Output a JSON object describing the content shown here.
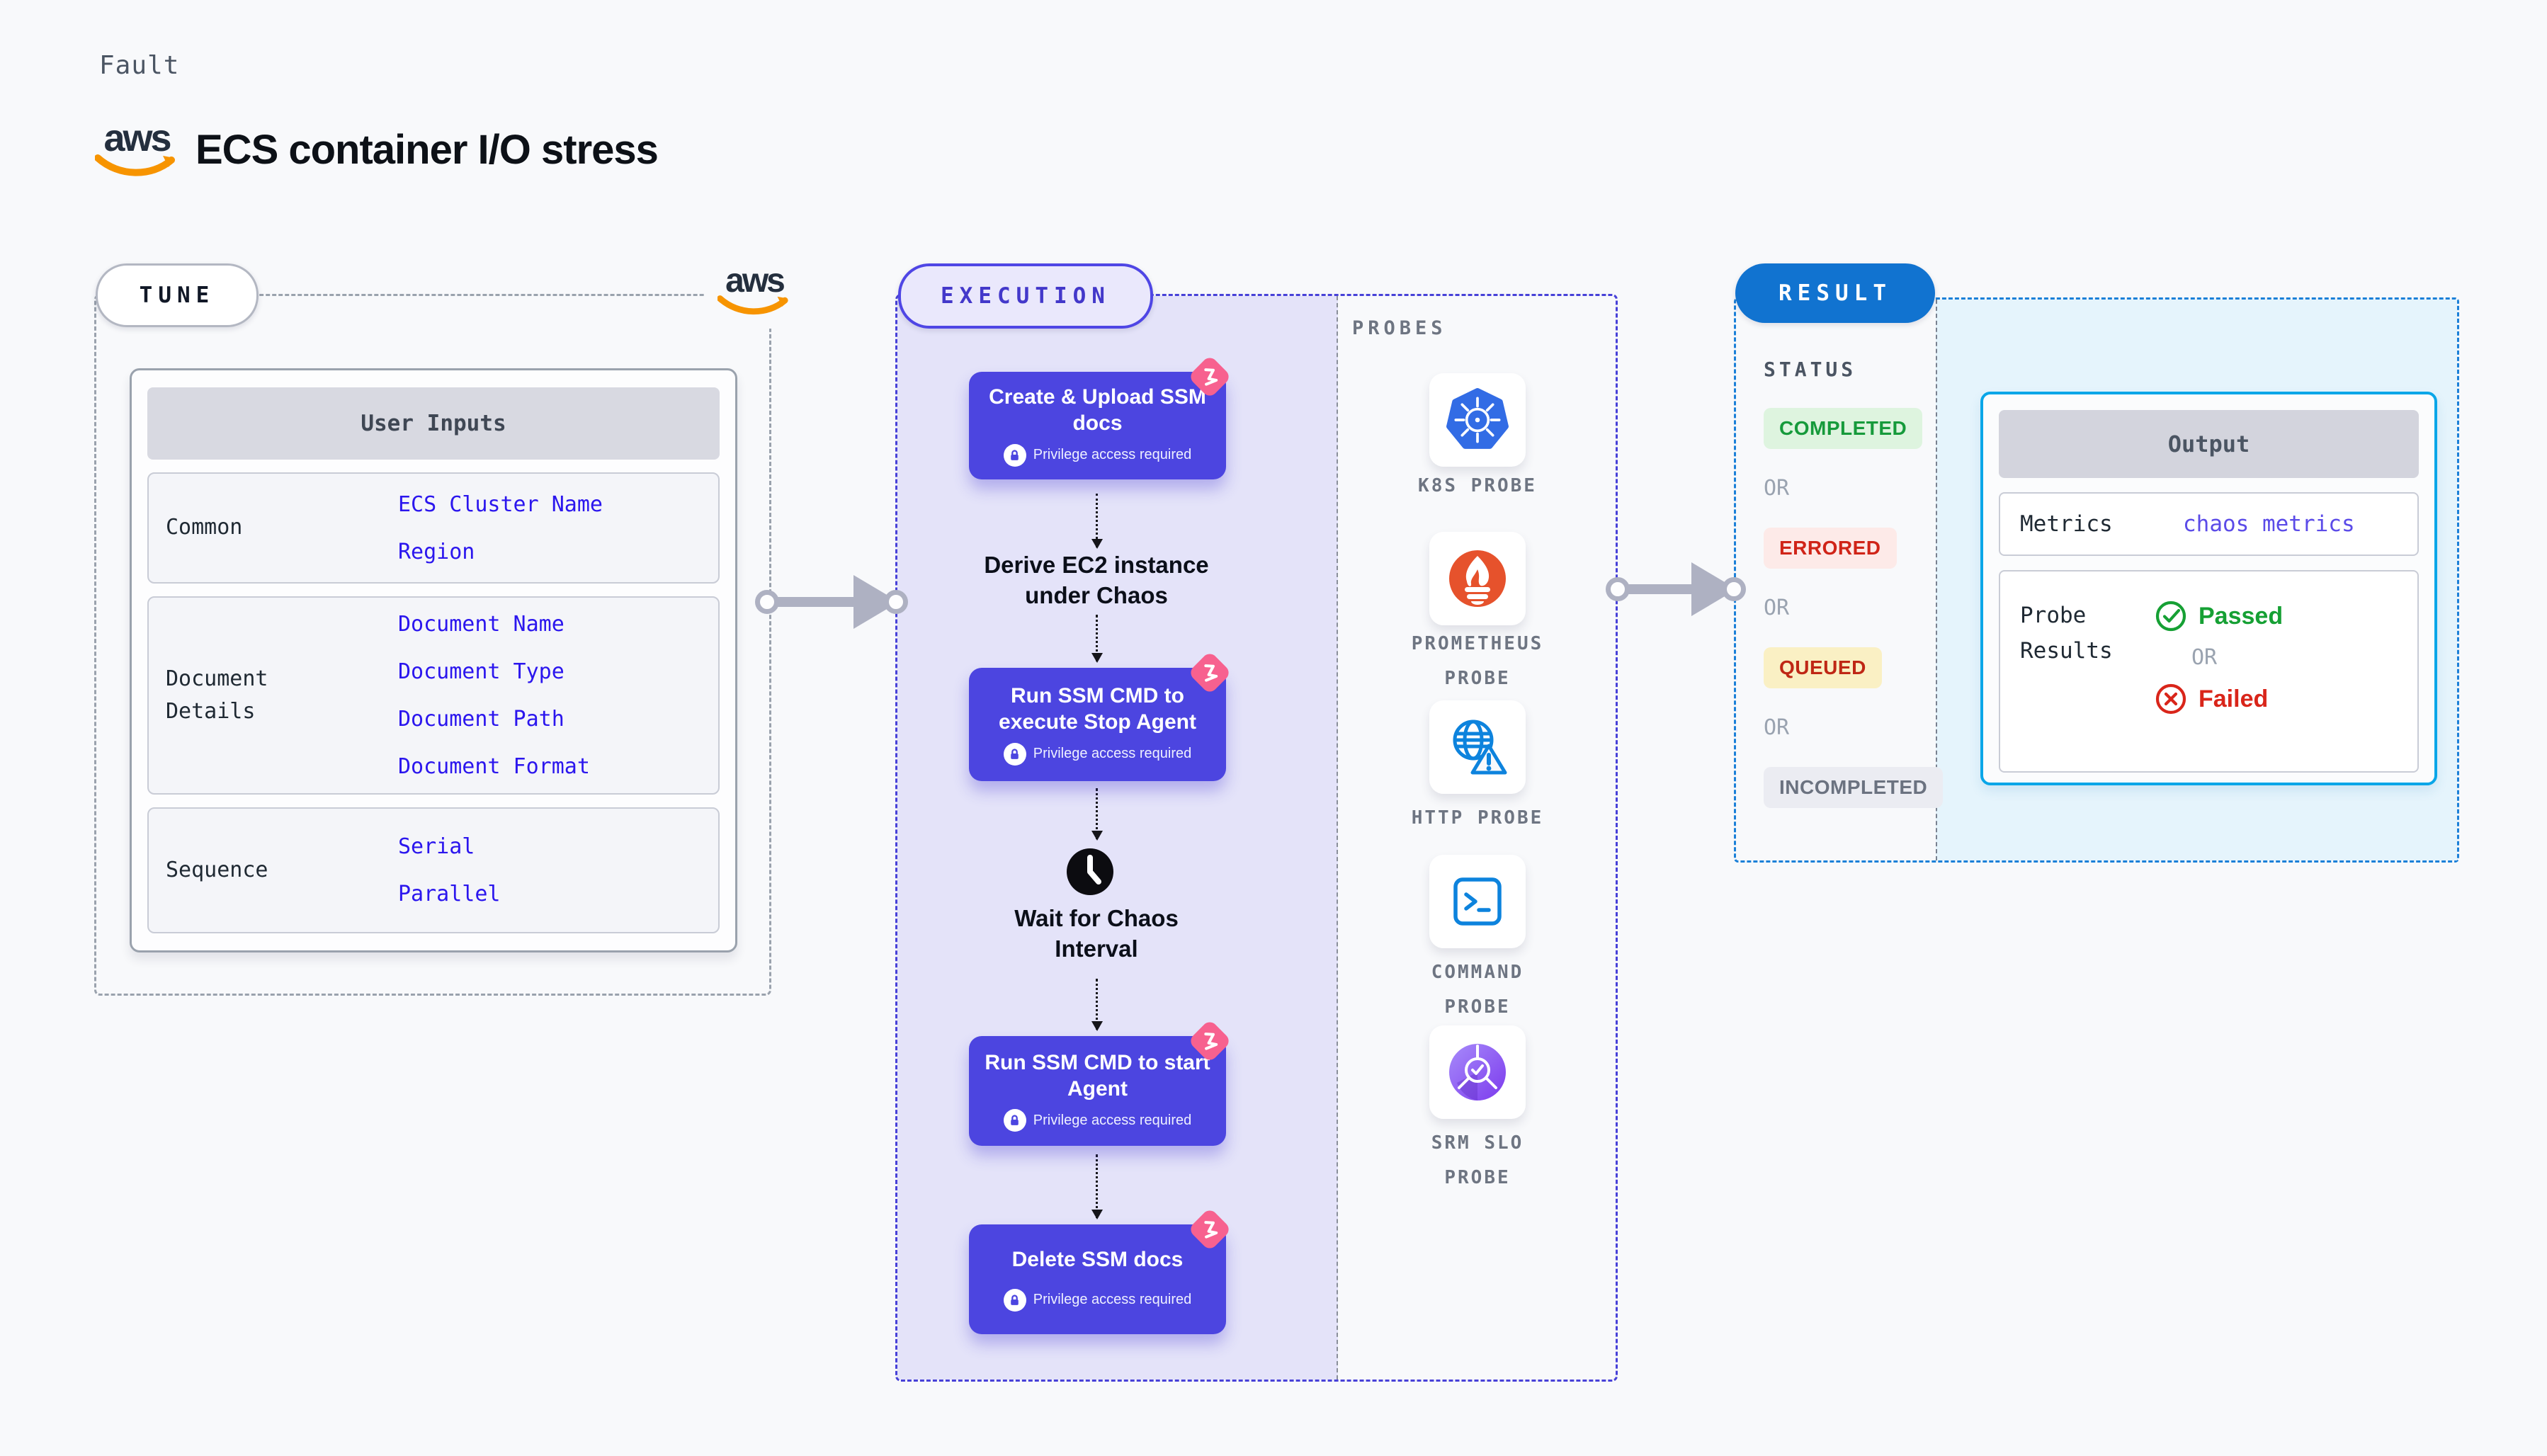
{
  "header": {
    "fault_label": "Fault",
    "aws_logo_text": "aws",
    "title": "ECS container I/O stress"
  },
  "tune": {
    "pill_label": "TUNE",
    "aws_logo_text": "aws",
    "table": {
      "header": "User Inputs",
      "rows": [
        {
          "label": "Common",
          "values": [
            "ECS Cluster Name",
            "Region"
          ]
        },
        {
          "label": "Document Details",
          "values": [
            "Document Name",
            "Document Type",
            "Document Path",
            "Document Format"
          ]
        },
        {
          "label": "Sequence",
          "values": [
            "Serial",
            "Parallel"
          ]
        }
      ]
    }
  },
  "execution": {
    "pill_label": "EXECUTION",
    "steps": [
      {
        "type": "card",
        "title": "Create & Upload SSM docs",
        "note": "Privilege access required"
      },
      {
        "type": "label",
        "title": "Derive EC2 instance under Chaos"
      },
      {
        "type": "card",
        "title": "Run SSM CMD to execute Stop Agent",
        "note": "Privilege access required"
      },
      {
        "type": "wait",
        "title": "Wait for Chaos Interval"
      },
      {
        "type": "card",
        "title": "Run SSM CMD to start Agent",
        "note": "Privilege access required"
      },
      {
        "type": "card",
        "title": "Delete SSM docs",
        "note": "Privilege access required"
      }
    ],
    "probes": {
      "label": "PROBES",
      "items": [
        {
          "name": "K8S PROBE",
          "icon": "kubernetes-icon"
        },
        {
          "name": "PROMETHEUS PROBE",
          "icon": "prometheus-icon"
        },
        {
          "name": "HTTP PROBE",
          "icon": "http-globe-warning-icon"
        },
        {
          "name": "COMMAND PROBE",
          "icon": "terminal-icon"
        },
        {
          "name": "SRM SLO PROBE",
          "icon": "srm-slo-icon"
        }
      ]
    }
  },
  "result": {
    "pill_label": "RESULT",
    "status": {
      "label": "STATUS",
      "or_label": "OR",
      "badges": [
        {
          "text": "COMPLETED",
          "fg": "#169a3b",
          "bg": "#def4df"
        },
        {
          "text": "ERRORED",
          "fg": "#d02418",
          "bg": "#fdeae8"
        },
        {
          "text": "QUEUED",
          "fg": "#bf2715",
          "bg": "#faf0c4"
        },
        {
          "text": "INCOMPLETED",
          "fg": "#6b7280",
          "bg": "#ebecf2"
        }
      ]
    },
    "output": {
      "header": "Output",
      "metrics_label": "Metrics",
      "metrics_value": "chaos metrics",
      "probe_results_label": "Probe Results",
      "passed_label": "Passed",
      "or_label": "OR",
      "failed_label": "Failed"
    }
  },
  "icons": {
    "aws_logo": "aws-smile-logo",
    "chaos_corner_badge": "pink-chaos-badge",
    "privilege_lock": "lock-in-circle",
    "wait_clock": "clock-filled",
    "passed": "check-circle",
    "failed": "x-circle",
    "flow_arrow": "right-arrow-with-rings"
  },
  "colors": {
    "page_bg": "#f8f9fb",
    "indigo_card": "#4c45e0",
    "execution_accent": "#4f46e5",
    "lavender_bg": "#e4e3f9",
    "result_accent": "#1b80d8",
    "result_pill_bg": "#1173d0",
    "result_bg": "#e5f4fc",
    "output_border": "#0aa6e8",
    "tune_value_blue": "#2b16ee",
    "metrics_violet": "#5b4be8",
    "passed_green": "#16a034",
    "failed_red": "#d9251a",
    "pink_badge": "#f7618f",
    "aws_orange": "#f79400",
    "k8s_blue": "#326ce5",
    "prometheus_orange": "#e6522c",
    "http_blue": "#0d83dd"
  }
}
